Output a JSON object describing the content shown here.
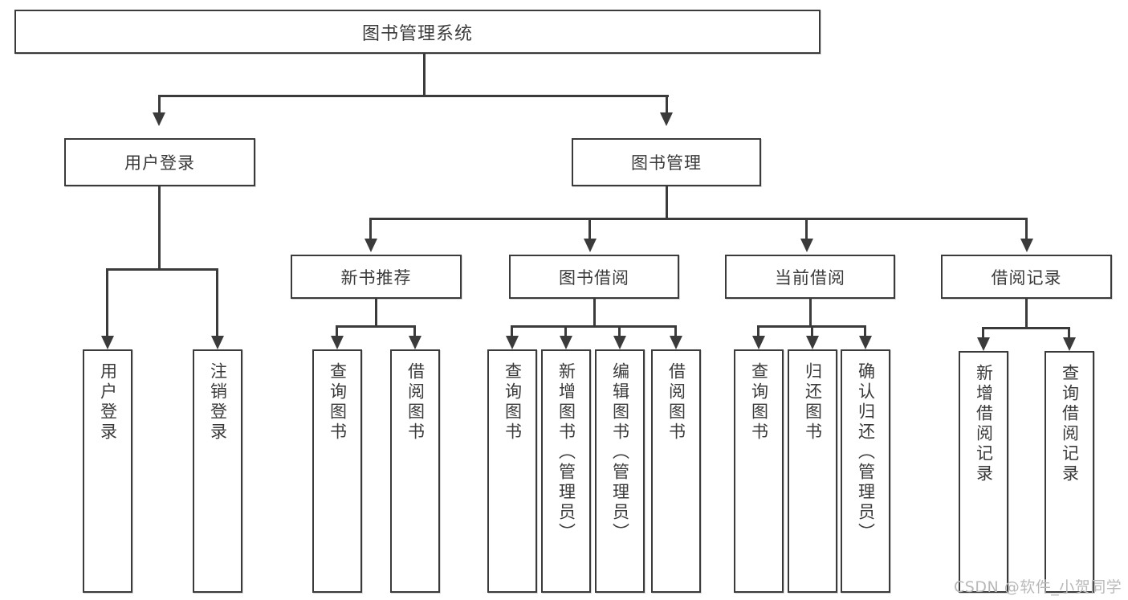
{
  "diagram": {
    "type": "tree",
    "title": "图书管理系统",
    "orientation": "top-down",
    "colors": {
      "box_border": "#3b3b3b",
      "box_fill": "#ffffff",
      "text": "#3a3a3a",
      "connector": "#3b3b3b",
      "watermark": "#b9b9b9",
      "background": "#ffffff"
    }
  },
  "root": {
    "label": "图书管理系统"
  },
  "level2": [
    {
      "id": "user-login",
      "label": "用户登录"
    },
    {
      "id": "book-manage",
      "label": "图书管理"
    }
  ],
  "level3": [
    {
      "id": "new-book-recommend",
      "label": "新书推荐"
    },
    {
      "id": "book-borrow",
      "label": "图书借阅"
    },
    {
      "id": "current-borrow",
      "label": "当前借阅"
    },
    {
      "id": "borrow-record",
      "label": "借阅记录"
    }
  ],
  "leaves": {
    "user_login": [
      {
        "id": "leaf-user-login",
        "label": "用户登录"
      },
      {
        "id": "leaf-logout-login",
        "label": "注销登录"
      }
    ],
    "new_book_recommend": [
      {
        "id": "leaf-query-book-1",
        "label": "查询图书"
      },
      {
        "id": "leaf-borrow-book-1",
        "label": "借阅图书"
      }
    ],
    "book_borrow": [
      {
        "id": "leaf-query-book-2",
        "label": "查询图书"
      },
      {
        "id": "leaf-add-book",
        "label": "新增图书（管理员）"
      },
      {
        "id": "leaf-edit-book",
        "label": "编辑图书（管理员）"
      },
      {
        "id": "leaf-borrow-book-2",
        "label": "借阅图书"
      }
    ],
    "current_borrow": [
      {
        "id": "leaf-query-book-3",
        "label": "查询图书"
      },
      {
        "id": "leaf-return-book",
        "label": "归还图书"
      },
      {
        "id": "leaf-confirm-return",
        "label": "确认归还（管理员）"
      }
    ],
    "borrow_record": [
      {
        "id": "leaf-add-record",
        "label": "新增借阅记录"
      },
      {
        "id": "leaf-query-record",
        "label": "查询借阅记录"
      }
    ]
  },
  "watermark": {
    "text": "CSDN @软件_小贺同学"
  }
}
